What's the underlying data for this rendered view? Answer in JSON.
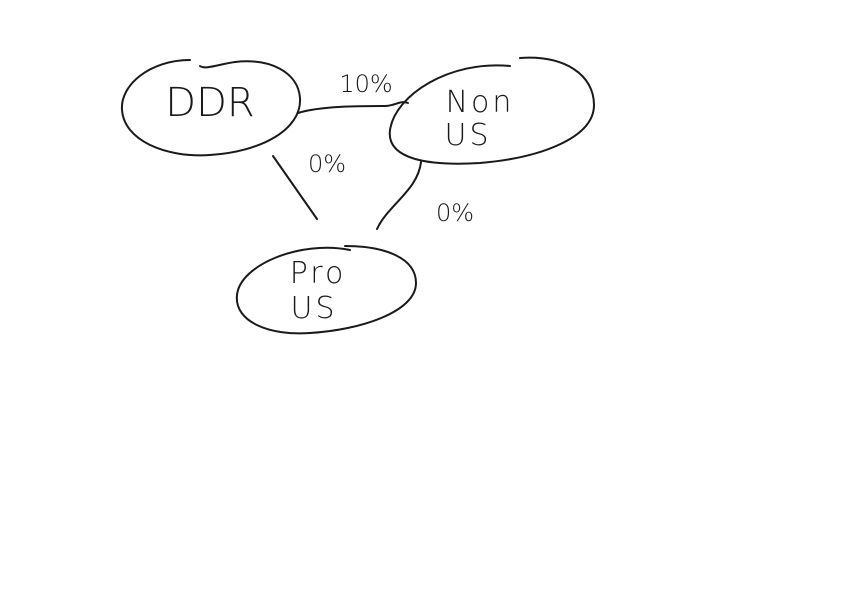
{
  "nodes": {
    "ddr": {
      "lines": [
        "DDR"
      ]
    },
    "non_us": {
      "lines": [
        "Non",
        "US"
      ]
    },
    "pro_us": {
      "lines": [
        "Pro",
        "US"
      ]
    }
  },
  "edges": {
    "ddr_non_us": {
      "label": "10%"
    },
    "ddr_pro_us": {
      "label": "0%"
    },
    "non_us_pro_us": {
      "label": "0%"
    }
  },
  "colors": {
    "ink": "#1a1a1a",
    "background": "#ffffff"
  }
}
